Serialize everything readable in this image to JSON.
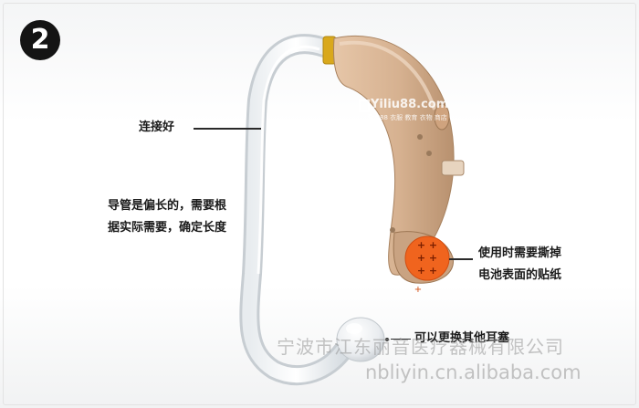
{
  "step_number": "2",
  "callouts": {
    "connection": "连接好",
    "tube_line1": "导管是偏长的，需要根",
    "tube_line2": "据实际需要，确定长度",
    "battery_line1": "使用时需要撕掉",
    "battery_line2": "电池表面的贴纸",
    "earplug": "可以更换其他耳塞"
  },
  "watermarks": {
    "site_logo": "Yiliu88.com",
    "site_sub": "易流88 衣服 教育 衣物 商店",
    "company": "宁波市江东丽音医疗器械有限公司",
    "company_url": "nbliyin.cn.alibaba.com"
  },
  "colors": {
    "device_skin": "#d9b596",
    "battery_sticker": "#f0641e",
    "gold_ring": "#d9a81c",
    "badge": "#141414"
  }
}
